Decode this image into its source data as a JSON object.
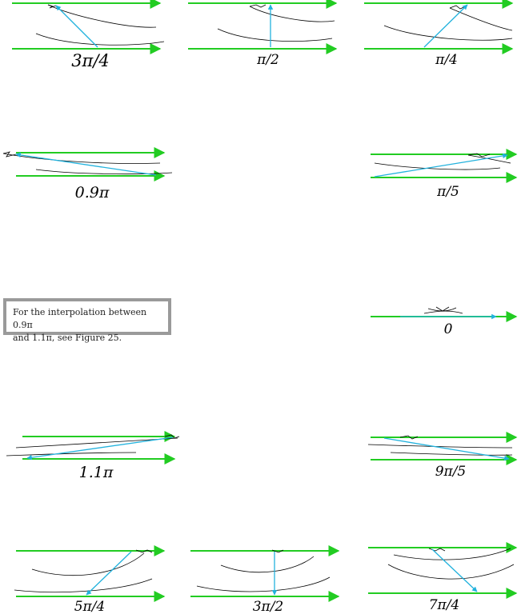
{
  "note": {
    "line1": "For the interpolation between 0.9π",
    "line2": "and 1.1π, see Figure 25."
  },
  "colors": {
    "line": "#22cc22",
    "vector": "#22b2dd",
    "curve": "#000000",
    "note_border": "#9a9a9a"
  },
  "panels": [
    {
      "id": "3pi4",
      "label": "3π/4"
    },
    {
      "id": "pi2",
      "label": "π/2"
    },
    {
      "id": "pi4",
      "label": "π/4"
    },
    {
      "id": "0p9pi",
      "label": "0.9π"
    },
    {
      "id": "pi5",
      "label": "π/5"
    },
    {
      "id": "zero",
      "label": "0"
    },
    {
      "id": "1p1pi",
      "label": "1.1π"
    },
    {
      "id": "9pi5",
      "label": "9π/5"
    },
    {
      "id": "5pi4",
      "label": "5π/4"
    },
    {
      "id": "3pi2",
      "label": "3π/2"
    },
    {
      "id": "7pi4",
      "label": "7π/4"
    }
  ]
}
